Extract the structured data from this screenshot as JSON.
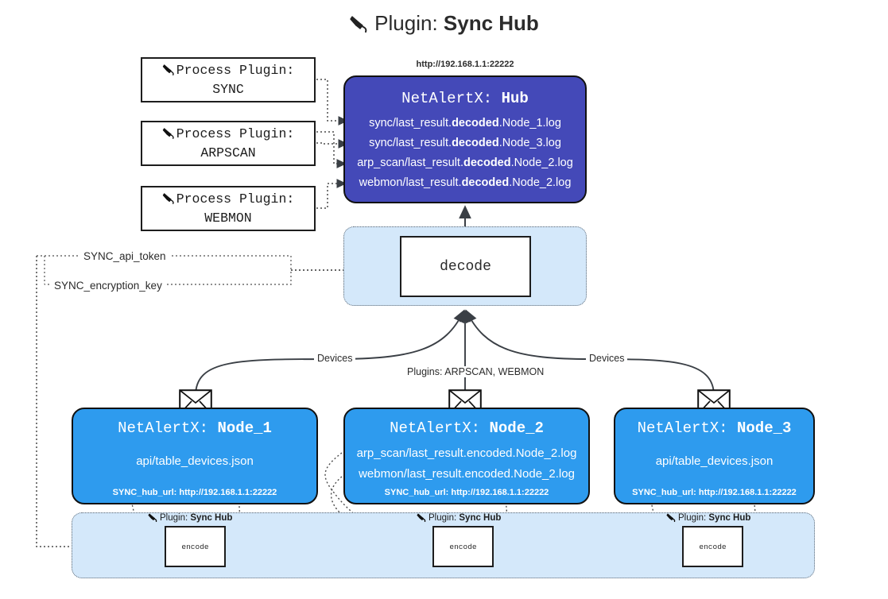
{
  "title": {
    "prefix": "Plugin:",
    "name": "Sync Hub",
    "icon": "plug-icon"
  },
  "process_plugins": [
    {
      "line1": "Process Plugin:",
      "line2": "SYNC",
      "icon": "plug-icon"
    },
    {
      "line1": "Process Plugin:",
      "line2": "ARPSCAN",
      "icon": "plug-icon"
    },
    {
      "line1": "Process Plugin:",
      "line2": "WEBMON",
      "icon": "plug-icon"
    }
  ],
  "hub": {
    "url": "http://192.168.1.1:22222",
    "title_prefix": "NetAlertX:",
    "title_name": "Hub",
    "rows": [
      {
        "pre": "sync/last_result.",
        "bold": "decoded",
        "post": ".Node_1.log"
      },
      {
        "pre": "sync/last_result.",
        "bold": "decoded",
        "post": ".Node_3.log"
      },
      {
        "pre": "arp_scan/last_result.",
        "bold": "decoded",
        "post": ".Node_2.log"
      },
      {
        "pre": "webmon/last_result.",
        "bold": "decoded",
        "post": ".Node_2.log"
      }
    ]
  },
  "decode": {
    "label": "decode"
  },
  "secrets": [
    {
      "label": "SYNC_api_token"
    },
    {
      "label": "SYNC_encryption_key"
    }
  ],
  "edge_labels": {
    "devices_left": "Devices",
    "devices_right": "Devices",
    "plugins_center": "Plugins: ARPSCAN, WEBMON"
  },
  "nodes": [
    {
      "title_prefix": "NetAlertX:",
      "title_name": "Node_1",
      "rows": [
        {
          "pre": "api/table_devices.json",
          "bold": "",
          "post": ""
        }
      ],
      "footer": "SYNC_hub_url: http://192.168.1.1:22222",
      "icon": "envelope-icon"
    },
    {
      "title_prefix": "NetAlertX:",
      "title_name": "Node_2",
      "rows": [
        {
          "pre": "arp_scan/last_result.encoded.Node_2.log",
          "bold": "",
          "post": ""
        },
        {
          "pre": "webmon/last_result.encoded.Node_2.log",
          "bold": "",
          "post": ""
        }
      ],
      "footer": "SYNC_hub_url: http://192.168.1.1:22222",
      "icon": "envelope-icon"
    },
    {
      "title_prefix": "NetAlertX:",
      "title_name": "Node_3",
      "rows": [
        {
          "pre": "api/table_devices.json",
          "bold": "",
          "post": ""
        }
      ],
      "footer": "SYNC_hub_url: http://192.168.1.1:22222",
      "icon": "envelope-icon"
    }
  ],
  "encoders": [
    {
      "caption_prefix": "Plugin:",
      "caption_name": "Sync Hub",
      "label": "encode",
      "icon": "plug-icon"
    },
    {
      "caption_prefix": "Plugin:",
      "caption_name": "Sync Hub",
      "label": "encode",
      "icon": "plug-icon"
    },
    {
      "caption_prefix": "Plugin:",
      "caption_name": "Sync Hub",
      "label": "encode",
      "icon": "plug-icon"
    }
  ],
  "colors": {
    "hub": "#4449b8",
    "node": "#2e9bee",
    "container": "#d4e8fa",
    "stroke": "#111111",
    "dotted": "#5b6672"
  }
}
